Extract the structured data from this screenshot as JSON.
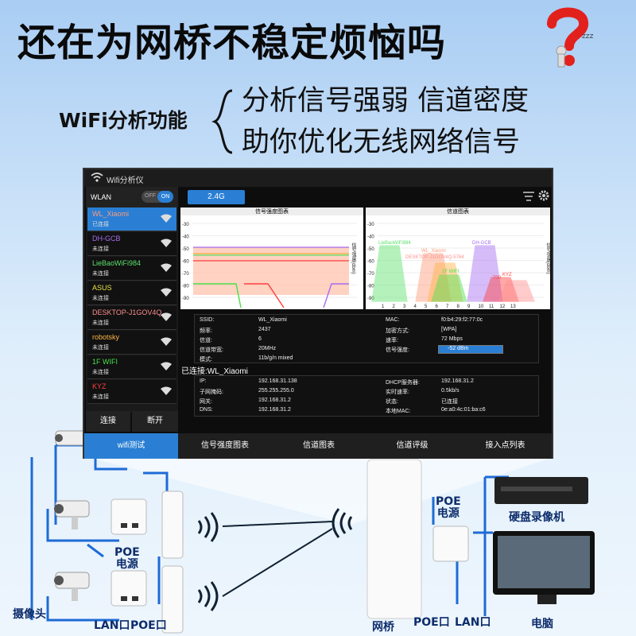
{
  "headline": "还在为网桥不稳定烦恼吗",
  "feature_label": "WiFi分析功能",
  "features": [
    "分析信号强弱 信道密度",
    "助你优化无线网络信号"
  ],
  "app": {
    "title": "Wifi分析仪",
    "wlan_label": "WLAN",
    "toggle_off": "OFF",
    "toggle_on": "ON",
    "band": "2.4G",
    "networks": [
      {
        "name": "WL_Xiaomi",
        "status": "已连接",
        "color": "#ff9b7a",
        "selected": true
      },
      {
        "name": "DH-GCB",
        "status": "未连接",
        "color": "#a66cf0"
      },
      {
        "name": "LieBaoWiFi984",
        "status": "未连接",
        "color": "#5be16b"
      },
      {
        "name": "ASUS",
        "status": "未连接",
        "color": "#e8e24a"
      },
      {
        "name": "DESKTOP-J1GOV4Q",
        "status": "未连接",
        "color": "#ff8e8e"
      },
      {
        "name": "robotsky",
        "status": "未连接",
        "color": "#ffb347"
      },
      {
        "name": "1F WIFI",
        "status": "未连接",
        "color": "#4be04b"
      },
      {
        "name": "KYZ",
        "status": "未连接",
        "color": "#ff4040"
      }
    ],
    "connect_button": "连接",
    "disconnect_button": "断开",
    "chart1_title": "信号强度图表",
    "chart2_title": "信道图表",
    "y_axis_label": "信号强度(dbm)",
    "y_ticks": [
      "-30",
      "-40",
      "-50",
      "-60",
      "-70",
      "-80",
      "-90"
    ],
    "x_ticks": [
      "1",
      "2",
      "3",
      "4",
      "5",
      "6",
      "7",
      "8",
      "9",
      "10",
      "11",
      "12",
      "13"
    ],
    "channel_labels": [
      "LieBaoWiFi984",
      "WL_Xiaomi",
      "DESKTOP-J1GOV4Q-5764",
      "DH-GCB",
      "1F WIFI",
      "700",
      "KYZ"
    ],
    "details": {
      "ssid_k": "SSID:",
      "ssid_v": "WL_Xiaomi",
      "mac_k": "MAC:",
      "mac_v": "f0:b4:29:f2:77:0c",
      "freq_k": "频率:",
      "freq_v": "2437",
      "enc_k": "加密方式:",
      "enc_v": "[WPA]",
      "chan_k": "信道:",
      "chan_v": "6",
      "speed_k": "速率:",
      "speed_v": "72 Mbps",
      "bw_k": "信道带宽:",
      "bw_v": "20MHz",
      "sig_k": "信号强度:",
      "sig_v": "-52 dBm",
      "mode_k": "模式:",
      "mode_v": "11b/g/n mixed"
    },
    "connected_label": "已连接:WL_Xiaomi",
    "conn": {
      "ip_k": "IP:",
      "ip_v": "192.168.31.138",
      "dhcp_k": "DHCP服务器:",
      "dhcp_v": "192.168.31.2",
      "mask_k": "子网掩码:",
      "mask_v": "255.255.255.0",
      "rt_k": "实时速率:",
      "rt_v": "0.5kb/s",
      "gw_k": "网关:",
      "gw_v": "192.168.31.2",
      "st_k": "状态:",
      "st_v": "已连接",
      "dns_k": "DNS:",
      "dns_v": "192.168.31.2",
      "lmac_k": "本地MAC:",
      "lmac_v": "0e:a0:4c:01:ba:c6"
    },
    "tabs": [
      "wifi测试",
      "信号强度图表",
      "信道图表",
      "信道评级",
      "接入点列表"
    ]
  },
  "diagram": {
    "poe_power": "POE\n电源",
    "poe_power_left": "POE",
    "poe_power_left2": "电源",
    "camera": "摄像头",
    "lan_port": "LAN口",
    "poe_port": "POE口",
    "bridge": "网桥",
    "poe_power_right": "POE",
    "poe_power_right2": "电源",
    "poe_port_right": "POE口",
    "lan_port_right": "LAN口",
    "nvr": "硬盘录像机",
    "pc": "电脑"
  },
  "colors": {
    "accent": "#1e6bd6",
    "selected": "#2a7fd4",
    "text_dark": "#0d2d6b"
  }
}
